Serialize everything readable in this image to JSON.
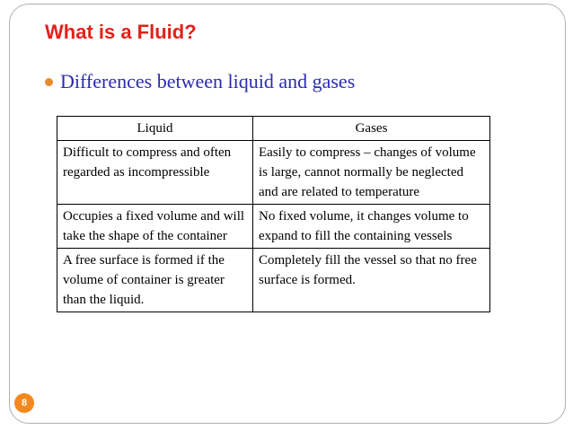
{
  "slide": {
    "title": "What is a Fluid?",
    "bullet": "Differences between liquid and gases",
    "page_number": "8"
  },
  "table": {
    "headers": [
      "Liquid",
      "Gases"
    ],
    "rows": [
      [
        "Difficult to compress and often regarded as incompressible",
        "Easily to compress – changes of volume is large, cannot normally be neglected and are related to temperature"
      ],
      [
        "Occupies a fixed volume and will take the shape of the container",
        "No fixed volume, it changes volume to expand to fill the containing vessels"
      ],
      [
        "A free surface is formed if the volume of container is greater than the liquid.",
        "Completely fill the vessel so that no free surface is formed."
      ]
    ]
  },
  "colors": {
    "title": "#e2211c",
    "bullet_text": "#2b2bb0",
    "accent": "#f2891e"
  }
}
